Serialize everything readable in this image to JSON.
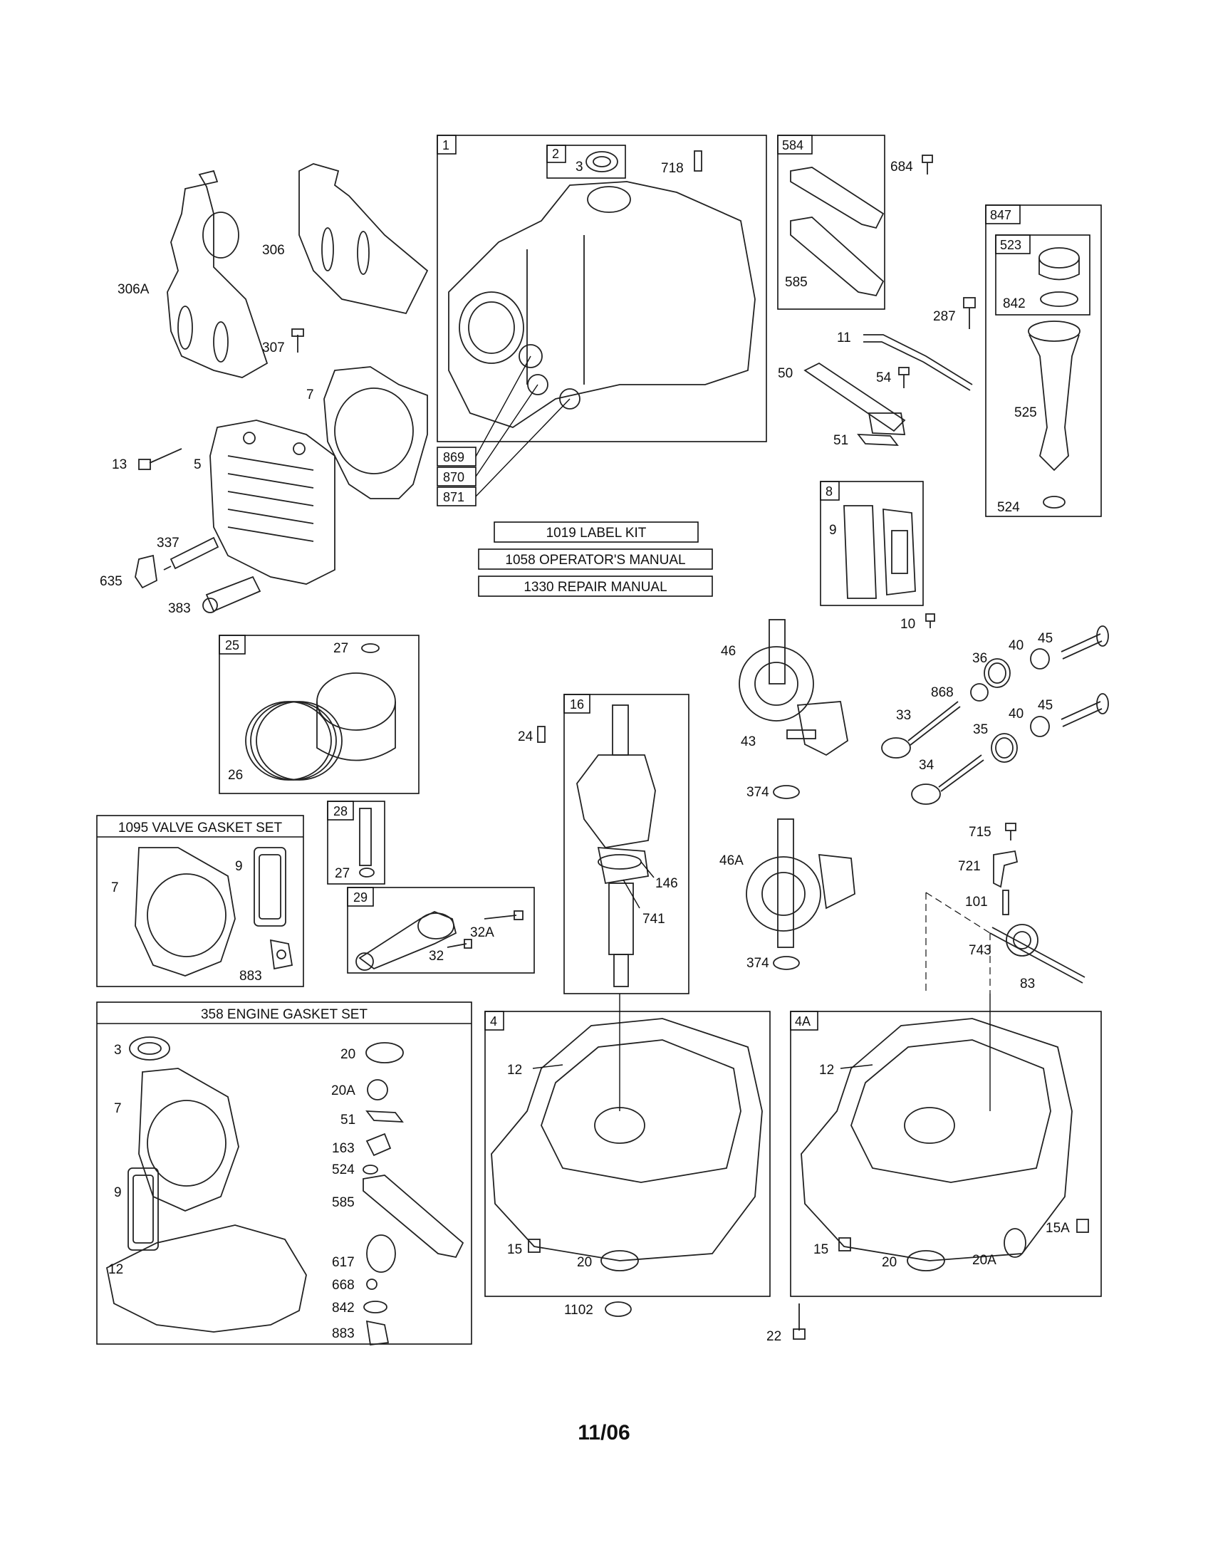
{
  "footer": {
    "date": "11/06"
  },
  "kits": {
    "label_kit": "1019 LABEL KIT",
    "operators_manual": "1058 OPERATOR'S MANUAL",
    "repair_manual": "1330 REPAIR MANUAL",
    "valve_gasket_set": "1095 VALVE GASKET SET",
    "engine_gasket_set": "358 ENGINE GASKET SET"
  },
  "assembly_boxes": {
    "b1": "1",
    "b2": "2",
    "b584": "584",
    "b847": "847",
    "b523": "523",
    "b8": "8",
    "b25": "25",
    "b16": "16",
    "b28": "28",
    "b29": "29",
    "b4": "4",
    "b4a": "4A",
    "b869": "869",
    "b870": "870",
    "b871": "871"
  },
  "parts": {
    "p306a": "306A",
    "p306": "306",
    "p307": "307",
    "p7": "7",
    "p13": "13",
    "p5": "5",
    "p337": "337",
    "p635": "635",
    "p383": "383",
    "p3": "3",
    "p718": "718",
    "p684": "684",
    "p585": "585",
    "p287": "287",
    "p842": "842",
    "p525": "525",
    "p524": "524",
    "p11": "11",
    "p50": "50",
    "p54": "54",
    "p51": "51",
    "p9": "9",
    "p10": "10",
    "p27": "27",
    "p26": "26",
    "p24": "24",
    "p146": "146",
    "p741": "741",
    "p28_27": "27",
    "p32a": "32A",
    "p32": "32",
    "p46": "46",
    "p43": "43",
    "p374a": "374",
    "p46a": "46A",
    "p374b": "374",
    "p40a": "40",
    "p45a": "45",
    "p36": "36",
    "p868": "868",
    "p33": "33",
    "p40b": "40",
    "p45b": "45",
    "p35": "35",
    "p34": "34",
    "p715": "715",
    "p721": "721",
    "p101": "101",
    "p743": "743",
    "p83": "83",
    "vg7": "7",
    "vg9": "9",
    "vg883": "883",
    "eg3": "3",
    "eg7": "7",
    "eg9": "9",
    "eg12": "12",
    "eg20": "20",
    "eg20a": "20A",
    "eg51": "51",
    "eg163": "163",
    "eg524": "524",
    "eg585": "585",
    "eg617": "617",
    "eg668": "668",
    "eg842": "842",
    "eg883": "883",
    "s4_12": "12",
    "s4_15": "15",
    "s4_20": "20",
    "s4a_12": "12",
    "s4a_15": "15",
    "s4a_20": "20",
    "s4a_20a": "20A",
    "s4a_15a": "15A",
    "p1102": "1102",
    "p22": "22"
  }
}
